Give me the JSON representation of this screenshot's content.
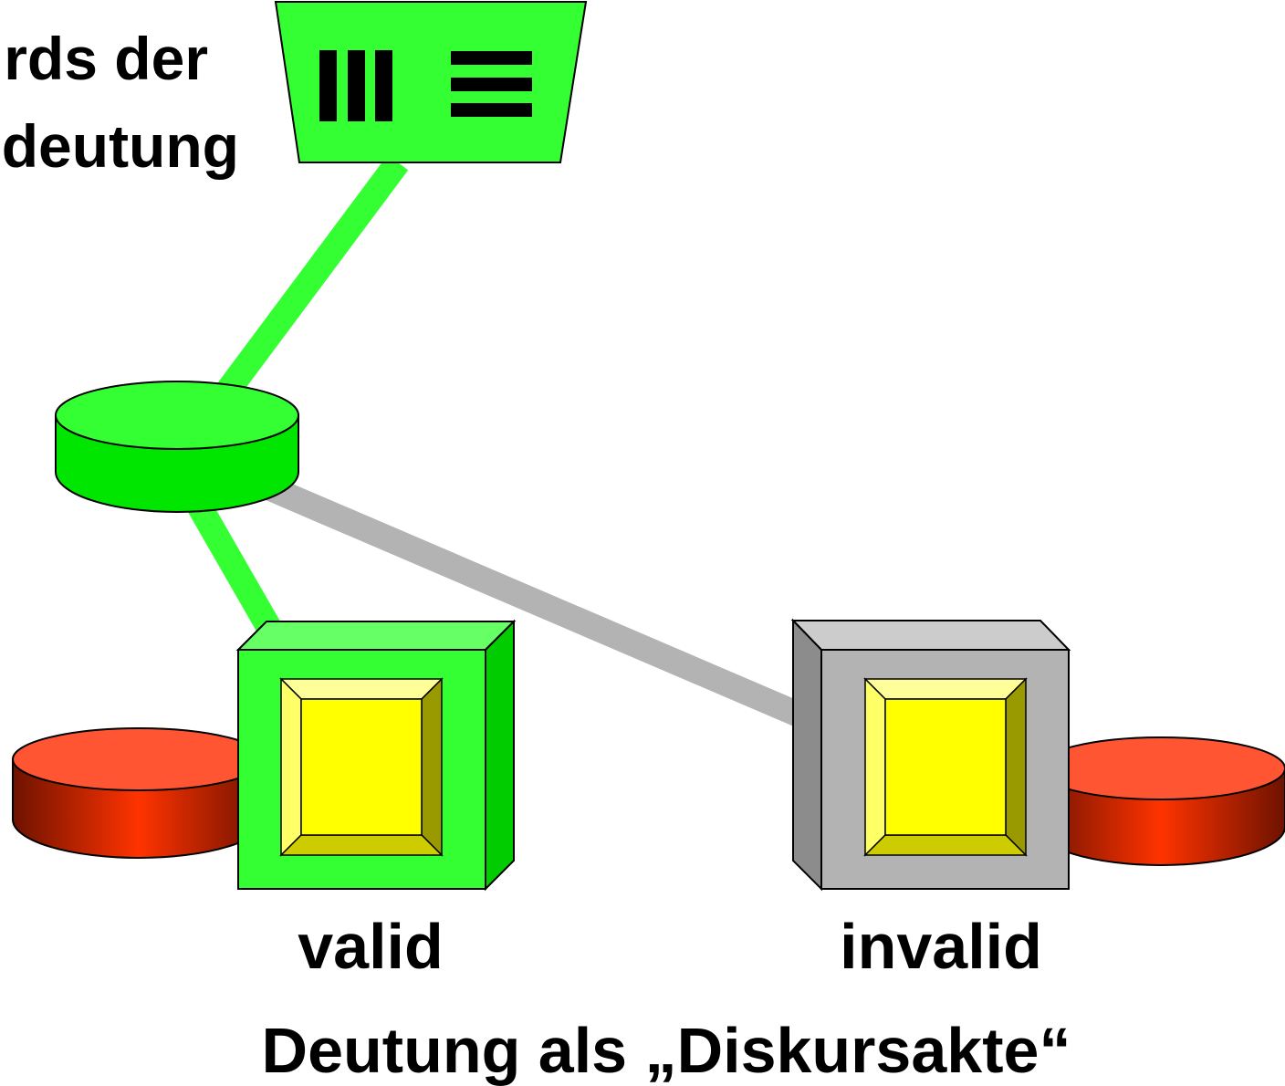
{
  "heading": {
    "line1": "rds der",
    "line2": "deutung"
  },
  "top_node": {
    "glyph_left": "III",
    "glyph_right": "≡",
    "icon": "trapezoid-node-icon",
    "color": "#33ff33"
  },
  "nodes": {
    "valid": {
      "label": "valid",
      "color": "#33ff33",
      "inner_color": "#ffff00"
    },
    "invalid": {
      "label": "invalid",
      "color": "#b3b3b3",
      "inner_color": "#ffff00"
    }
  },
  "caption": "Deutung als „Diskursakte“",
  "colors": {
    "green": "#33ff33",
    "gray_edge": "#b3b3b3",
    "red_disk": "#ff5533",
    "yellow": "#ffff00"
  }
}
